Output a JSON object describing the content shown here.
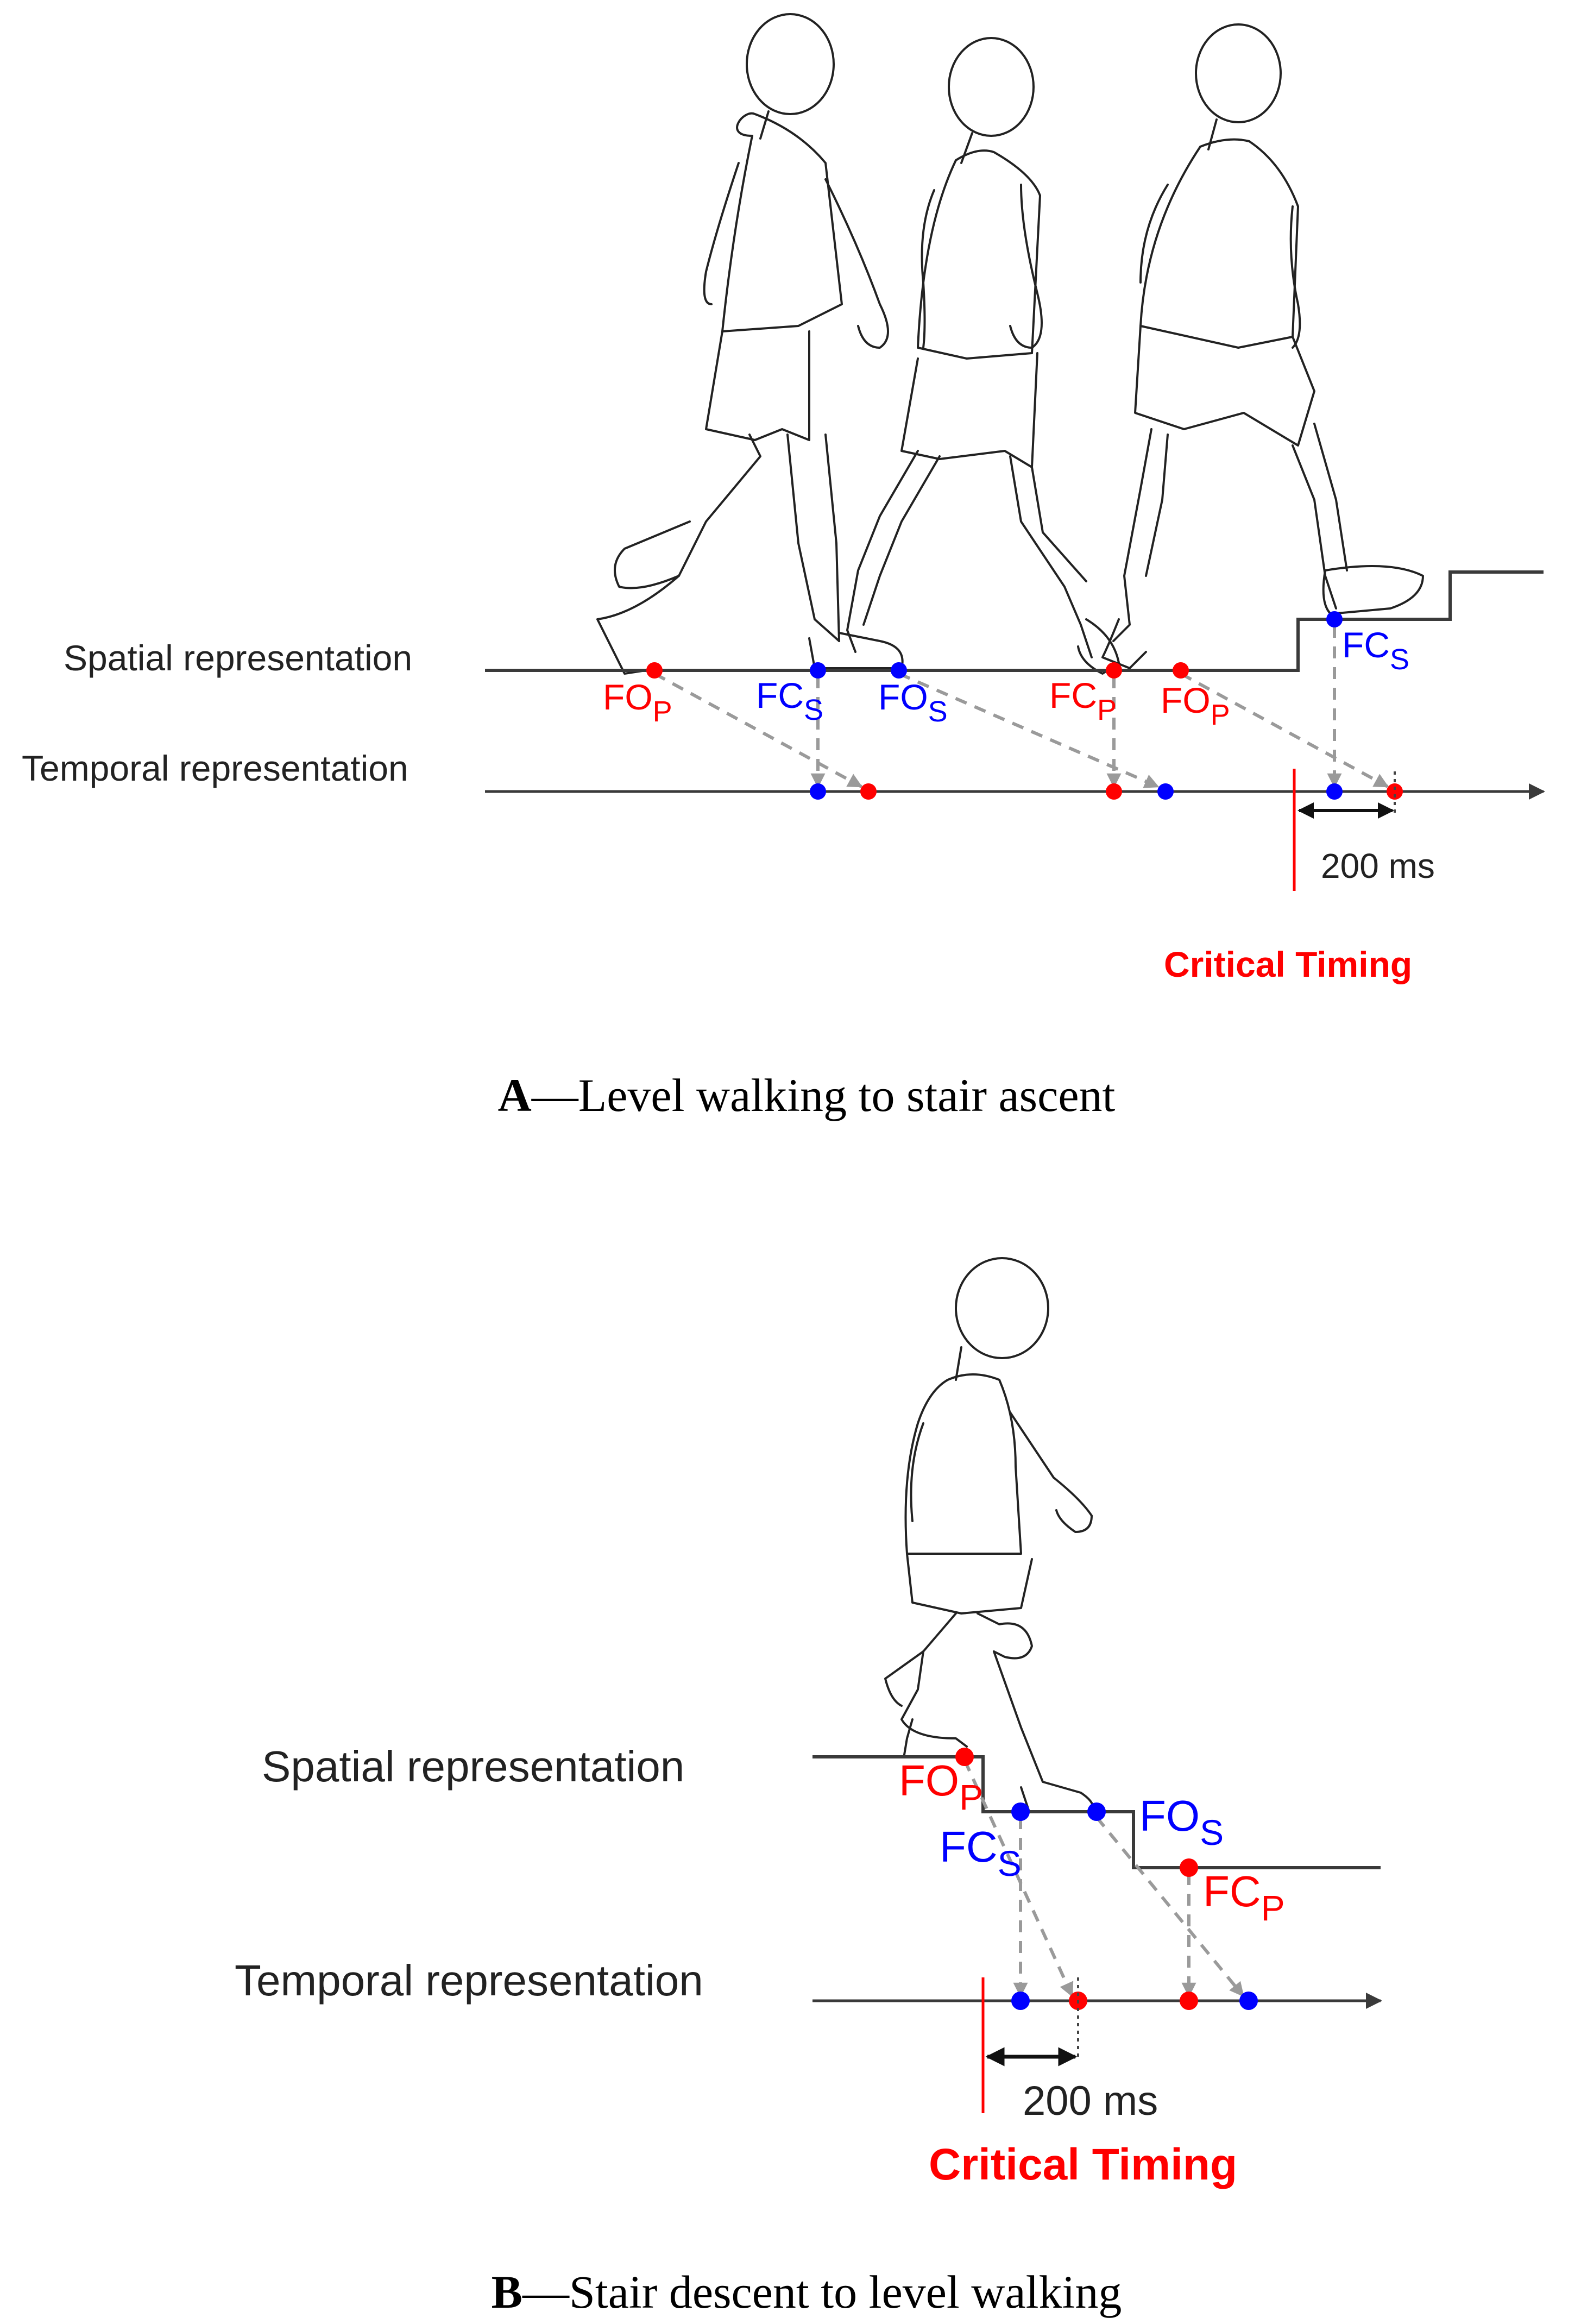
{
  "colors": {
    "prosthetic": "#ff0000",
    "sound": "#0000ff",
    "critical": "#ff0000",
    "line": "#3a3a3a",
    "projection": "#9a9a9a"
  },
  "panel_a": {
    "spatial_label": "Spatial representation",
    "temporal_label": "Temporal representation",
    "events": [
      {
        "id": "fop1",
        "base": "FO",
        "sub": "P",
        "side": "prosthetic"
      },
      {
        "id": "fcs1",
        "base": "FC",
        "sub": "S",
        "side": "sound"
      },
      {
        "id": "fos1",
        "base": "FO",
        "sub": "S",
        "side": "sound"
      },
      {
        "id": "fcp1",
        "base": "FC",
        "sub": "P",
        "side": "prosthetic"
      },
      {
        "id": "fop2",
        "base": "FO",
        "sub": "P",
        "side": "prosthetic"
      },
      {
        "id": "fcs2",
        "base": "FC",
        "sub": "S",
        "side": "sound"
      }
    ],
    "interval_label": "200 ms",
    "critical_label": "Critical Timing",
    "caption_letter": "A",
    "caption_text": "—Level walking to stair ascent"
  },
  "panel_b": {
    "spatial_label": "Spatial representation",
    "temporal_label": "Temporal representation",
    "events": [
      {
        "id": "fop",
        "base": "FO",
        "sub": "P",
        "side": "prosthetic"
      },
      {
        "id": "fcs",
        "base": "FC",
        "sub": "S",
        "side": "sound"
      },
      {
        "id": "fos",
        "base": "FO",
        "sub": "S",
        "side": "sound"
      },
      {
        "id": "fcp",
        "base": "FC",
        "sub": "P",
        "side": "prosthetic"
      }
    ],
    "interval_label": "200 ms",
    "critical_label": "Critical Timing",
    "caption_letter": "B",
    "caption_text": "—Stair descent to level walking"
  }
}
